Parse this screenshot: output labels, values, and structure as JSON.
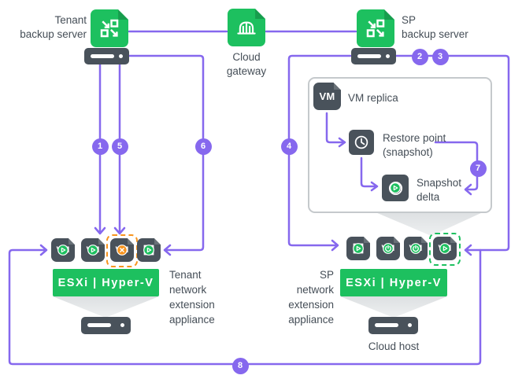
{
  "labels": {
    "tenant_server": "Tenant\nbackup server",
    "cloud_gateway": "Cloud\ngateway",
    "sp_server": "SP\nbackup server",
    "vm": "VM",
    "vm_replica": "VM replica",
    "restore_point": "Restore point\n(snapshot)",
    "snapshot_delta": "Snapshot\ndelta",
    "platform": "ESXi | Hyper-V",
    "tenant_appliance": "Tenant\nnetwork\nextension\nappliance",
    "sp_appliance": "SP\nnetwork\nextension\nappliance",
    "cloud_host": "Cloud host"
  },
  "steps": [
    "1",
    "2",
    "3",
    "4",
    "5",
    "6",
    "7",
    "8"
  ],
  "colors": {
    "green": "#1dc05f",
    "purple": "#8668ee",
    "dark_slate": "#49525b",
    "orange": "#f7941e",
    "wedge_gray": "#e4e6e8",
    "panel_border": "#c5c9cc",
    "text": "#454e57"
  }
}
